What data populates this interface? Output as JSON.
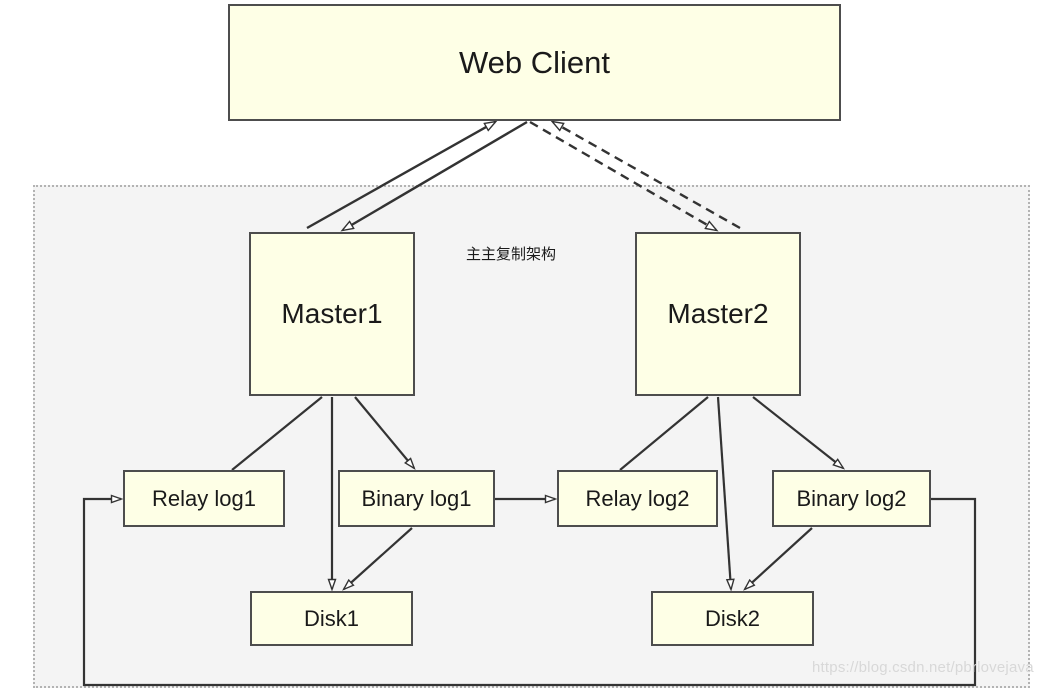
{
  "diagram": {
    "title": "主主复制架构",
    "group_label": "主主复制架构",
    "watermark": "https://blog.csdn.net/pbrlovejava",
    "colors": {
      "node_fill": "#feffe6",
      "node_border": "#4d4d4d",
      "group_fill": "#f4f4f4",
      "group_border": "#b3b3b3",
      "edge": "#333333",
      "text": "#1a1a1a",
      "watermark": "#d8d8d8"
    },
    "nodes": [
      {
        "id": "web-client",
        "label": "Web Client"
      },
      {
        "id": "master1",
        "label": "Master1"
      },
      {
        "id": "master2",
        "label": "Master2"
      },
      {
        "id": "relay-log1",
        "label": "Relay log1"
      },
      {
        "id": "binary-log1",
        "label": "Binary log1"
      },
      {
        "id": "relay-log2",
        "label": "Relay log2"
      },
      {
        "id": "binary-log2",
        "label": "Binary log2"
      },
      {
        "id": "disk1",
        "label": "Disk1"
      },
      {
        "id": "disk2",
        "label": "Disk2"
      }
    ],
    "edges": [
      {
        "from": "web-client",
        "to": "master1",
        "style": "solid",
        "direction": "both"
      },
      {
        "from": "web-client",
        "to": "master2",
        "style": "dashed",
        "direction": "both"
      },
      {
        "from": "master1",
        "to": "relay-log1",
        "style": "solid",
        "direction": "none"
      },
      {
        "from": "master1",
        "to": "disk1",
        "style": "solid",
        "direction": "forward"
      },
      {
        "from": "master1",
        "to": "binary-log1",
        "style": "solid",
        "direction": "forward"
      },
      {
        "from": "binary-log1",
        "to": "disk1",
        "style": "solid",
        "direction": "forward"
      },
      {
        "from": "binary-log1",
        "to": "relay-log2",
        "style": "solid",
        "direction": "forward"
      },
      {
        "from": "master2",
        "to": "relay-log2",
        "style": "solid",
        "direction": "none"
      },
      {
        "from": "master2",
        "to": "disk2",
        "style": "solid",
        "direction": "forward"
      },
      {
        "from": "master2",
        "to": "binary-log2",
        "style": "solid",
        "direction": "forward"
      },
      {
        "from": "binary-log2",
        "to": "disk2",
        "style": "solid",
        "direction": "forward"
      },
      {
        "from": "binary-log2",
        "to": "relay-log1",
        "style": "solid",
        "direction": "forward",
        "routing": "orthogonal-loop-bottom"
      }
    ]
  }
}
